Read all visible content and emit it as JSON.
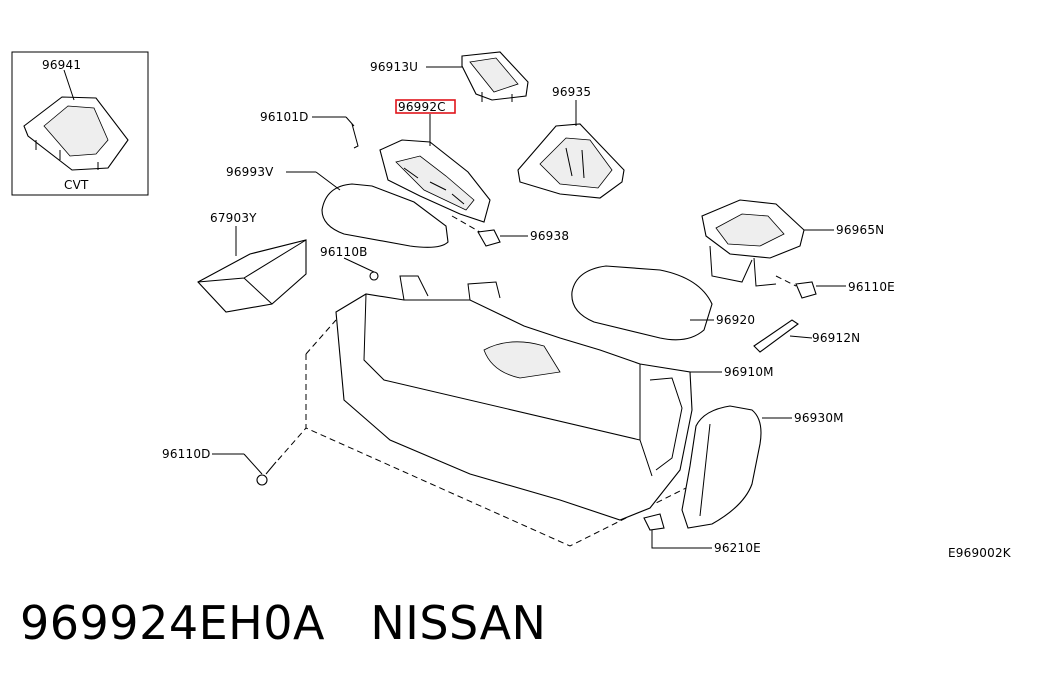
{
  "diagram": {
    "inset_part": "96941",
    "inset_caption": "CVT",
    "highlight_color": "#e0141b",
    "drawing_code": "E969002K",
    "callouts": [
      {
        "id": "96941",
        "highlighted": false
      },
      {
        "id": "96913U",
        "highlighted": false
      },
      {
        "id": "96992C",
        "highlighted": true
      },
      {
        "id": "96935",
        "highlighted": false
      },
      {
        "id": "96101D",
        "highlighted": false
      },
      {
        "id": "96993V",
        "highlighted": false
      },
      {
        "id": "96938",
        "highlighted": false
      },
      {
        "id": "67903Y",
        "highlighted": false
      },
      {
        "id": "96110B",
        "highlighted": false
      },
      {
        "id": "96965N",
        "highlighted": false
      },
      {
        "id": "96110E",
        "highlighted": false
      },
      {
        "id": "96920",
        "highlighted": false
      },
      {
        "id": "96912N",
        "highlighted": false
      },
      {
        "id": "96910M",
        "highlighted": false
      },
      {
        "id": "96930M",
        "highlighted": false
      },
      {
        "id": "96110D",
        "highlighted": false
      },
      {
        "id": "96210E",
        "highlighted": false
      }
    ]
  },
  "caption": {
    "part_number": "969924EH0A",
    "brand": "NISSAN",
    "text": "969924EH0A   NISSAN"
  }
}
